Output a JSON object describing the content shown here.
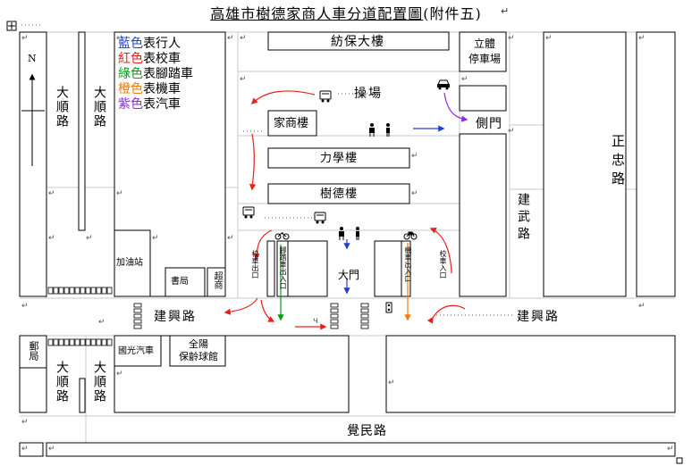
{
  "title": {
    "main": "高雄市樹德家商人車分道配置圖",
    "suffix": "(附件五)"
  },
  "compass": {
    "label": "N"
  },
  "legend": [
    {
      "color_word": "藍色",
      "rest": "表行人",
      "color": "#1f3fd1"
    },
    {
      "color_word": "紅色",
      "rest": "表校車",
      "color": "#e8201a"
    },
    {
      "color_word": "綠色",
      "rest": "表腳踏車",
      "color": "#0a9a1a"
    },
    {
      "color_word": "橙色",
      "rest": "表機車",
      "color": "#f07a10"
    },
    {
      "color_word": "紫色",
      "rest": "表汽車",
      "color": "#8a2be2"
    }
  ],
  "roads": {
    "dashun_top_left": "大順路",
    "dashun_top_right": "大順路",
    "dashun_bottom_left": "大順路",
    "dashun_bottom_right": "大順路",
    "zhengzhong": "正忠路",
    "jianwu": "建武路",
    "jianxing_left": "建興路",
    "jianxing_right": "建興路",
    "jueming": "覺民路"
  },
  "buildings": {
    "fangbao": "紡保大樓",
    "gym_parking": "立體停車場",
    "playground": "操場",
    "jiashang": "家商樓",
    "side_gate": "側門",
    "lixue": "力學樓",
    "shude": "樹德樓",
    "gas_station": "加油站",
    "bookstore": "書局",
    "supermarket": "超商",
    "main_gate": "大門",
    "bus_exit": "校車出口",
    "bike_entrance": "腳踏車出入口",
    "moto_entrance": "機車出入口",
    "bus_entrance": "校車入口",
    "post_office": "郵局",
    "guoguang_bus": "國光汽車",
    "bowling": "全陽保齡球館"
  },
  "marker": "↵",
  "small_mark": "ч"
}
